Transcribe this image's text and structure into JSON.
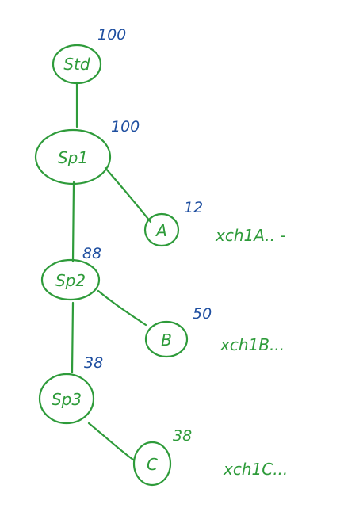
{
  "colors": {
    "ink_green": "#2E9B3A",
    "ink_blue": "#1F4FA0",
    "background": "#FFFFFF"
  },
  "nodes": [
    {
      "id": "std",
      "label": "Std",
      "count": "100"
    },
    {
      "id": "sp1",
      "label": "Sp1",
      "count": "100"
    },
    {
      "id": "a",
      "label": "A",
      "count": "12",
      "note": "xch1A.. -"
    },
    {
      "id": "sp2",
      "label": "Sp2",
      "count": "88"
    },
    {
      "id": "b",
      "label": "B",
      "count": "50",
      "note": "xch1B..."
    },
    {
      "id": "sp3",
      "label": "Sp3",
      "count": "38"
    },
    {
      "id": "c",
      "label": "C",
      "count": "38",
      "note": "xch1C..."
    }
  ]
}
